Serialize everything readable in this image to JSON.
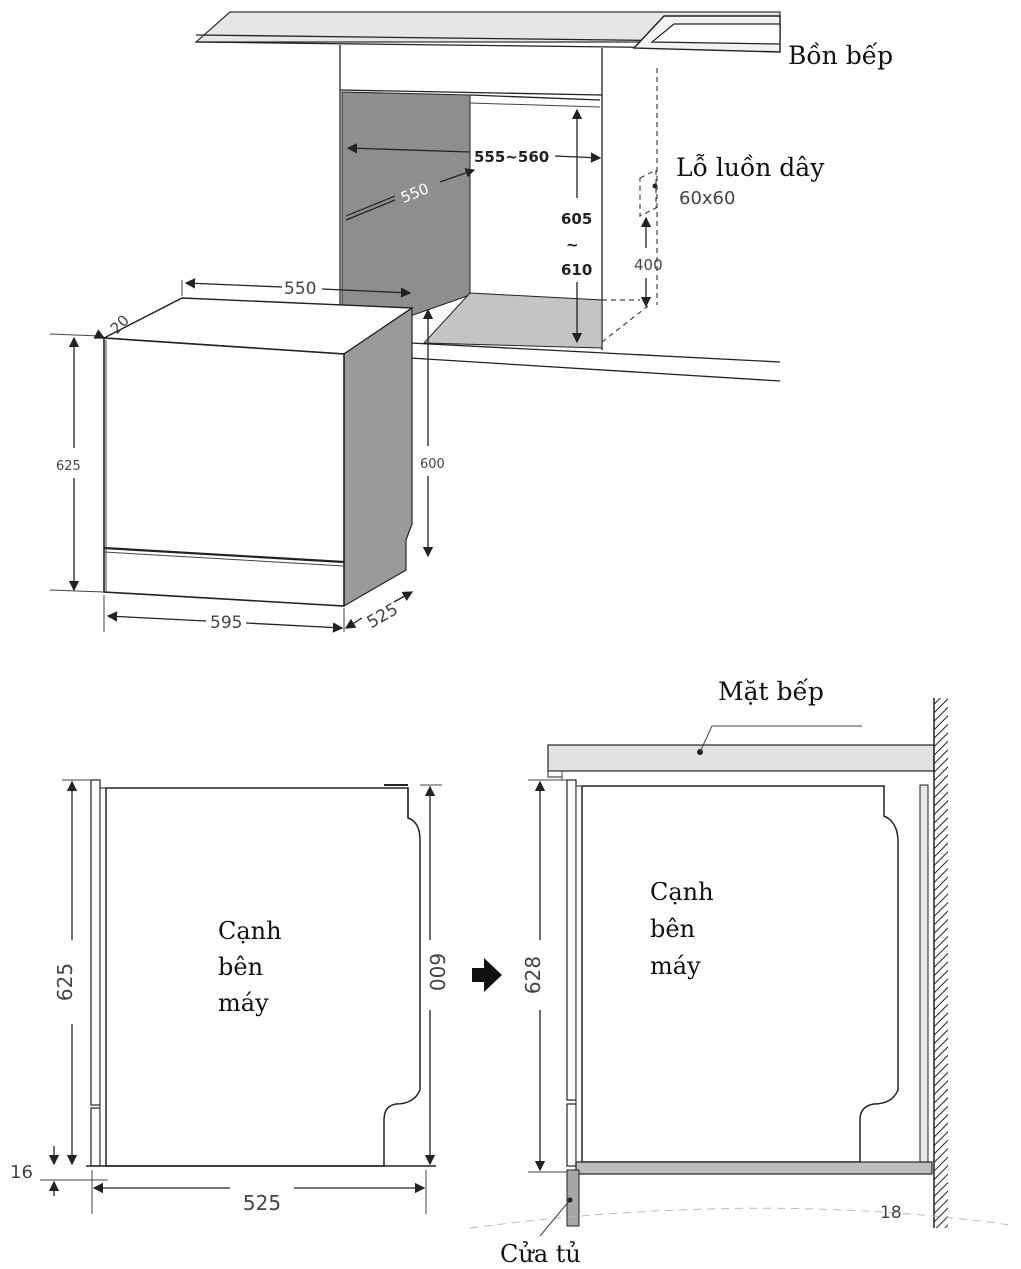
{
  "labels": {
    "sink": "Bồn bếp",
    "cable_hole": "Lỗ luồn dây",
    "cable_hole_size": "60x60",
    "countertop": "Mặt bếp",
    "side_left": [
      "Cạnh",
      "bên",
      "máy"
    ],
    "side_right": [
      "Cạnh",
      "bên",
      "máy"
    ],
    "cabinet_door": "Cửa tủ"
  },
  "top_dims": {
    "niche_width": "555~560",
    "niche_depth": "550",
    "niche_height_top": "605",
    "niche_height_sep": "~",
    "niche_height_bottom": "610",
    "hole_height": "400",
    "unit_depth": "550",
    "gap": "20",
    "unit_height": "625",
    "unit_height_back": "600",
    "unit_width": "595",
    "unit_depth_bottom": "525"
  },
  "bottom_dims": {
    "left_height": "625",
    "left_height_back": "600",
    "left_plinth": "16",
    "left_depth": "525",
    "right_height": "628",
    "right_gap": "18"
  }
}
